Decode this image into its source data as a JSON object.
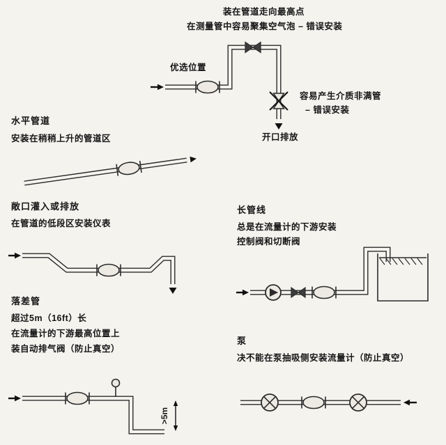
{
  "colors": {
    "ink": "#151515",
    "pipe_outline": "#2b2b2b",
    "background": "#f4f3ee"
  },
  "sections": {
    "top": {
      "line1": "装在管道走向最高点",
      "line2": "在测量管中容易聚集空气泡 – 错误安装",
      "preferred": "优选位置",
      "right1": "容易产生介质非满管",
      "right2": "– 错误安装",
      "discharge": "开口排放"
    },
    "horizontal": {
      "title": "水平管道",
      "desc": "安装在稍稍上升的管道区"
    },
    "open_fill": {
      "title": "敞口灌入或排放",
      "desc": "在管道的低段区安装仪表"
    },
    "long_line": {
      "title": "长管线",
      "desc1": "总是在流量计的下游安装",
      "desc2": "控制阀和切断阀"
    },
    "drop_pipe": {
      "title": "落差管",
      "desc1": "超过5m（16ft）长",
      "desc2": "在流量计的下游最高位置上",
      "desc3": "装自动排气阀（防止真空）",
      "label_5m": ">5m"
    },
    "pump": {
      "title": "泵",
      "desc": "决不能在泵抽吸侧安装流量计（防止真空）"
    }
  }
}
